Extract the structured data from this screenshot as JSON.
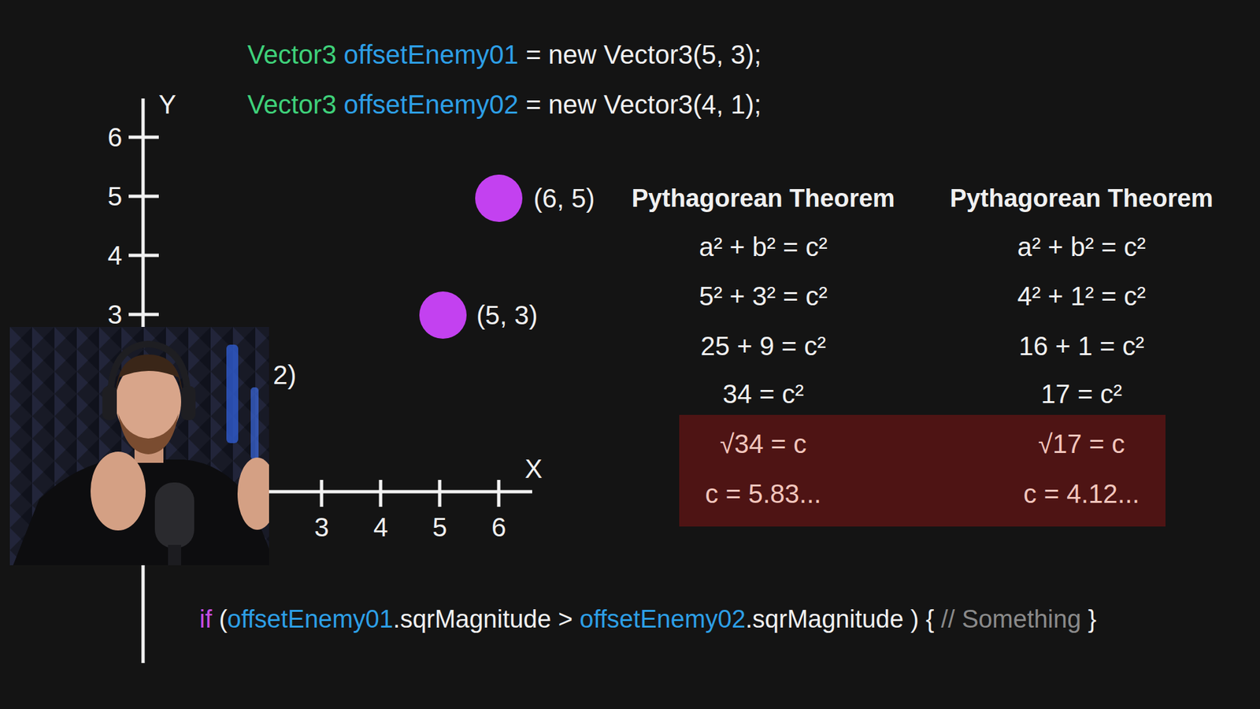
{
  "diagram": {
    "nodes": [
      {
        "text": [
          "√34 = c",
          "c = 5.83...",
          "√17 = c",
          "c = 4.12..."
        ]
      }
    ],
    "labels": [
      "Vector3",
      "offsetEnemy01",
      "= new Vector3(5, 3);",
      "Vector3",
      "offsetEnemy02",
      "= new Vector3(4, 1);",
      "Y",
      "6",
      "5",
      "4",
      "3",
      "(6, 5)",
      "(5, 3)",
      "2)",
      "X",
      "3",
      "4",
      "5",
      "6",
      "Pythagorean Theorem",
      "a² + b² = c²",
      "5² + 3² = c²",
      "25 + 9 = c²",
      "34 = c²",
      "Pythagorean Theorem",
      "a² + b² = c²",
      "4² + 1² = c²",
      "16 + 1 = c²",
      "17 = c²",
      "if",
      "(",
      "offsetEnemy01",
      ".sqrMagnitude >",
      "offsetEnemy02",
      ".sqrMagnitude ) {",
      "// Something",
      "}"
    ]
  }
}
